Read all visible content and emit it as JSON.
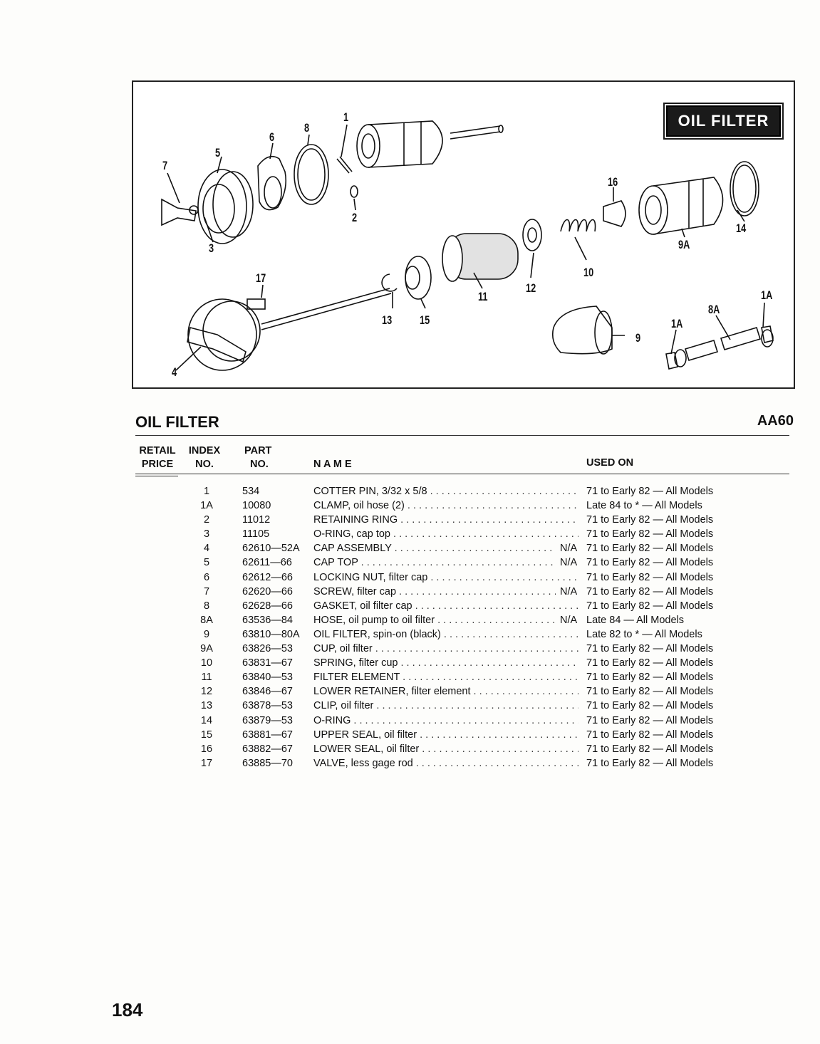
{
  "badge": "OIL FILTER",
  "callouts": [
    "1",
    "8",
    "6",
    "5",
    "7",
    "2",
    "3",
    "16",
    "9A",
    "14",
    "17",
    "10",
    "12",
    "11",
    "13",
    "15",
    "1A",
    "8A",
    "1A",
    "9",
    "4"
  ],
  "section": {
    "title": "OIL FILTER",
    "code": "AA60"
  },
  "headers": {
    "retail_price": [
      "RETAIL",
      "PRICE"
    ],
    "index_no": [
      "INDEX",
      "NO."
    ],
    "part_no": [
      "PART",
      "NO."
    ],
    "name": "N A M E",
    "used_on": "USED ON"
  },
  "rows": [
    {
      "index": "1",
      "part": "534",
      "name": "COTTER PIN, 3/32 x 5/8",
      "na": "",
      "used_on": "71 to Early 82 — All Models"
    },
    {
      "index": "1A",
      "part": "10080",
      "name": "CLAMP, oil hose (2)",
      "na": "",
      "used_on": "Late 84 to * — All Models"
    },
    {
      "index": "2",
      "part": "11012",
      "name": "RETAINING RING",
      "na": "",
      "used_on": "71 to Early 82 — All Models"
    },
    {
      "index": "3",
      "part": "11105",
      "name": "O-RING, cap top",
      "na": "",
      "used_on": "71 to Early 82 — All Models"
    },
    {
      "index": "4",
      "part": "62610—52A",
      "name": "CAP ASSEMBLY",
      "na": "N/A",
      "used_on": "71 to Early 82 — All Models"
    },
    {
      "index": "5",
      "part": "62611—66",
      "name": "CAP TOP",
      "na": "N/A",
      "used_on": "71 to Early 82 — All Models"
    },
    {
      "index": "6",
      "part": "62612—66",
      "name": "LOCKING NUT, filter cap",
      "na": "",
      "used_on": "71 to Early 82 — All Models"
    },
    {
      "index": "7",
      "part": "62620—66",
      "name": "SCREW, filter cap",
      "na": "N/A",
      "used_on": "71 to Early 82 — All Models"
    },
    {
      "index": "8",
      "part": "62628—66",
      "name": "GASKET, oil filter cap",
      "na": "",
      "used_on": "71 to Early 82 — All Models"
    },
    {
      "index": "8A",
      "part": "63536—84",
      "name": "HOSE, oil pump to oil filter",
      "na": "N/A",
      "used_on": "Late 84 — All Models"
    },
    {
      "index": "9",
      "part": "63810—80A",
      "name": "OIL FILTER, spin-on (black)",
      "na": "",
      "used_on": "Late 82 to * — All Models"
    },
    {
      "index": "9A",
      "part": "63826—53",
      "name": "CUP, oil filter",
      "na": "",
      "used_on": "71 to Early 82 — All Models"
    },
    {
      "index": "10",
      "part": "63831—67",
      "name": "SPRING, filter cup",
      "na": "",
      "used_on": "71 to Early 82 — All Models"
    },
    {
      "index": "11",
      "part": "63840—53",
      "name": "FILTER ELEMENT",
      "na": "",
      "used_on": "71 to Early 82 — All Models"
    },
    {
      "index": "12",
      "part": "63846—67",
      "name": "LOWER RETAINER, filter element",
      "na": "",
      "used_on": "71 to Early 82 — All Models"
    },
    {
      "index": "13",
      "part": "63878—53",
      "name": "CLIP, oil filter",
      "na": "",
      "used_on": "71 to Early 82 — All Models"
    },
    {
      "index": "14",
      "part": "63879—53",
      "name": "O-RING",
      "na": "",
      "used_on": "71 to Early 82 — All Models"
    },
    {
      "index": "15",
      "part": "63881—67",
      "name": "UPPER SEAL, oil filter",
      "na": "",
      "used_on": "71 to Early 82 — All Models"
    },
    {
      "index": "16",
      "part": "63882—67",
      "name": "LOWER SEAL, oil filter",
      "na": "",
      "used_on": "71 to Early 82 — All Models"
    },
    {
      "index": "17",
      "part": "63885—70",
      "name": "VALVE, less gage rod",
      "na": "",
      "used_on": "71 to Early 82 — All Models"
    }
  ],
  "page_number": "184"
}
